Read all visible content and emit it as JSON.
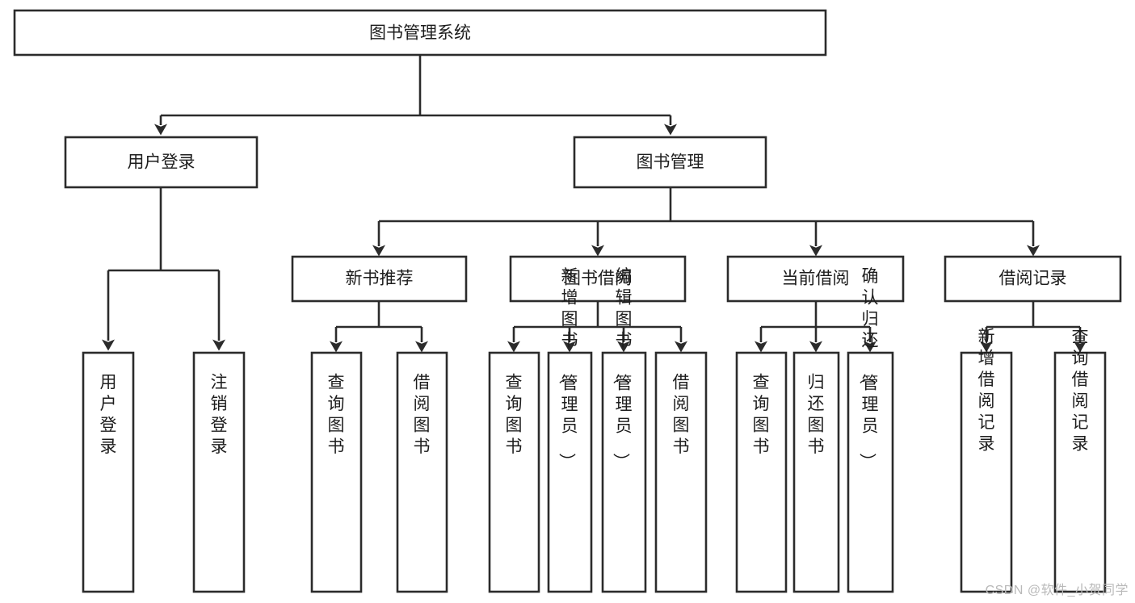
{
  "diagram": {
    "type": "tree-hierarchy-diagram",
    "title": "图书管理系统",
    "root": {
      "id": "root",
      "label": "图书管理系统",
      "orientation": "horizontal"
    },
    "level2": [
      {
        "id": "user-login",
        "label": "用户登录",
        "orientation": "horizontal"
      },
      {
        "id": "book-management",
        "label": "图书管理",
        "orientation": "horizontal"
      }
    ],
    "level3": [
      {
        "id": "new-book-recommend",
        "label": "新书推荐",
        "orientation": "horizontal",
        "parent": "book-management"
      },
      {
        "id": "book-borrow",
        "label": "图书借阅",
        "orientation": "horizontal",
        "parent": "book-management"
      },
      {
        "id": "current-borrow",
        "label": "当前借阅",
        "orientation": "horizontal",
        "parent": "book-management"
      },
      {
        "id": "borrow-record",
        "label": "借阅记录",
        "orientation": "horizontal",
        "parent": "book-management"
      }
    ],
    "leaves": [
      {
        "id": "leaf-user-login",
        "label": "用户登录",
        "orientation": "vertical",
        "parent": "user-login"
      },
      {
        "id": "leaf-logout-login",
        "label": "注销登录",
        "orientation": "vertical",
        "parent": "user-login"
      },
      {
        "id": "leaf-query-book-1",
        "label": "查询图书",
        "orientation": "vertical",
        "parent": "new-book-recommend"
      },
      {
        "id": "leaf-borrow-book-1",
        "label": "借阅图书",
        "orientation": "vertical",
        "parent": "new-book-recommend"
      },
      {
        "id": "leaf-query-book-2",
        "label": "查询图书",
        "orientation": "vertical",
        "parent": "book-borrow"
      },
      {
        "id": "leaf-add-book",
        "label": "新增图书（管理员）",
        "orientation": "vertical",
        "parent": "book-borrow"
      },
      {
        "id": "leaf-edit-book",
        "label": "编辑图书（管理员）",
        "orientation": "vertical",
        "parent": "book-borrow"
      },
      {
        "id": "leaf-borrow-book-2",
        "label": "借阅图书",
        "orientation": "vertical",
        "parent": "book-borrow"
      },
      {
        "id": "leaf-query-book-3",
        "label": "查询图书",
        "orientation": "vertical",
        "parent": "current-borrow"
      },
      {
        "id": "leaf-return-book",
        "label": "归还图书",
        "orientation": "vertical",
        "parent": "current-borrow"
      },
      {
        "id": "leaf-confirm-return",
        "label": "确认归还（管理员）",
        "orientation": "vertical",
        "parent": "current-borrow"
      },
      {
        "id": "leaf-add-record",
        "label": "新增借阅记录",
        "orientation": "vertical",
        "parent": "borrow-record"
      },
      {
        "id": "leaf-query-record",
        "label": "查询借阅记录",
        "orientation": "vertical",
        "parent": "borrow-record"
      }
    ]
  },
  "watermark": {
    "text": "CSDN @软件_小贺同学"
  },
  "colors": {
    "stroke": "#2b2b2b",
    "fill": "#ffffff",
    "text": "#1d1d1d",
    "watermark": "#b9b9b9"
  }
}
